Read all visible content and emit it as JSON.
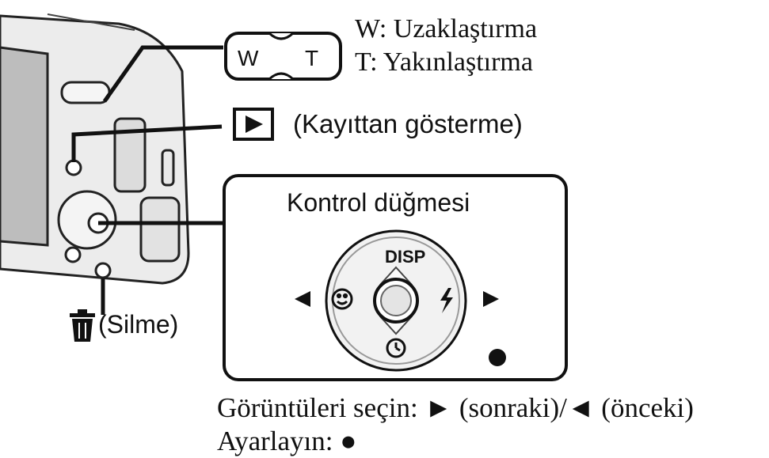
{
  "zoom_button": {
    "w_key": "W",
    "t_key": "T"
  },
  "zoom_labels": {
    "w": "W: Uzaklaştırma",
    "t": "T: Yakınlaştırma"
  },
  "playback": {
    "label": "(Kayıttan gösterme)",
    "icon": "play-icon"
  },
  "control": {
    "title": "Kontrol düğmesi",
    "disp": "DISP"
  },
  "delete": {
    "label": "(Silme)",
    "icon": "trash-icon"
  },
  "instructions": {
    "line1": "Görüntüleri seçin: ► (sonraki)/◄ (önceki)",
    "line2": "Ayarlayın: ●"
  }
}
